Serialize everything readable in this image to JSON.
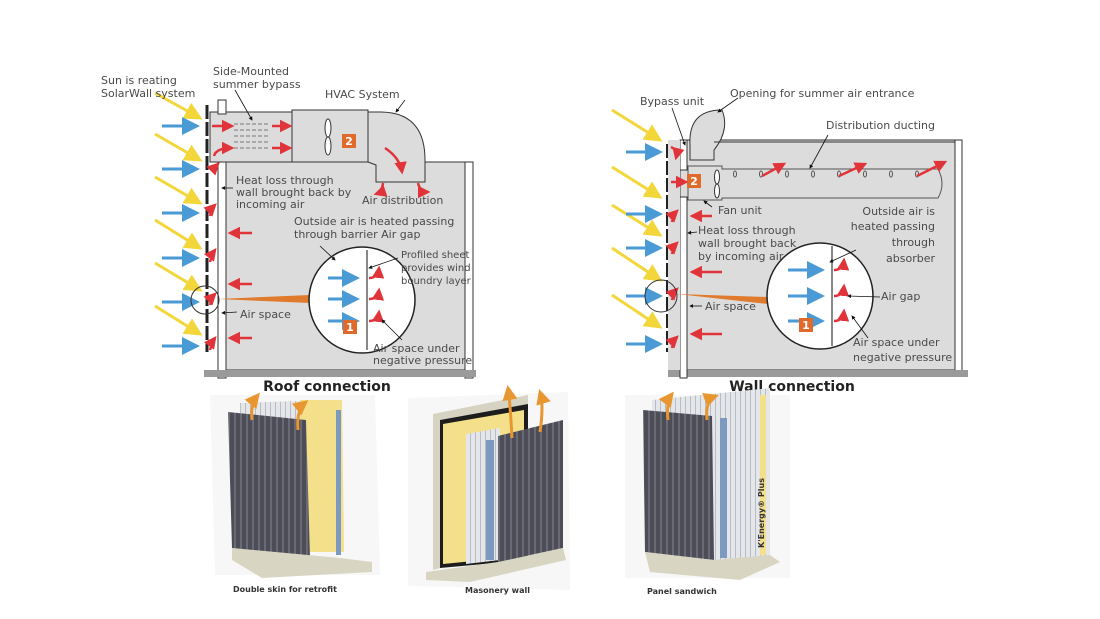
{
  "colors": {
    "sun": "#f2d63a",
    "cold_air": "#4a9ad6",
    "warm_air": "#e0333a",
    "badge": "#e06a2c",
    "building": "#dcdcdc",
    "leader": "#e07a2c",
    "panel_dark": "#4a4a55",
    "insulation": "#f4e08a",
    "orange_arrow": "#e8962f"
  },
  "roof_diagram": {
    "title": "Roof connection",
    "labels": {
      "sun": [
        "Sun is reating",
        "SolarWall system"
      ],
      "bypass": [
        "Side-Mounted",
        "summer bypass"
      ],
      "hvac": "HVAC System",
      "air_distribution": "Air distribution",
      "heat_loss": [
        "Heat loss through",
        "wall brought back by",
        "incoming air"
      ],
      "outside_air": [
        "Outside air is heated passing",
        "through barrier Air gap"
      ],
      "profiled_sheet": [
        "Profiled sheet",
        "provides wind",
        "boundry layer"
      ],
      "air_space": "Air space",
      "negative_pressure": [
        "Air space under",
        "negative pressure"
      ]
    },
    "badges": {
      "hvac": "2",
      "detail": "1"
    }
  },
  "wall_diagram": {
    "title": "Wall connection",
    "labels": {
      "bypass_unit": "Bypass unit",
      "opening": "Opening for summer air entrance",
      "ducting": "Distribution ducting",
      "fan_unit": "Fan unit",
      "heat_loss": [
        "Heat loss through",
        "wall brought back",
        "by incoming air"
      ],
      "outside_air": [
        "Outside air is",
        "heated passing",
        "through",
        "absorber"
      ],
      "air_gap": "Air gap",
      "air_space": "Air space",
      "negative_pressure": [
        "Air space under",
        "negative pressure"
      ]
    },
    "badges": {
      "fan": "2",
      "detail": "1"
    }
  },
  "panels": [
    {
      "caption": "Double skin for retrofit"
    },
    {
      "caption": "Masonery wall"
    },
    {
      "caption": "Panel sandwich",
      "side_label": "K'Energy® Plus"
    }
  ]
}
